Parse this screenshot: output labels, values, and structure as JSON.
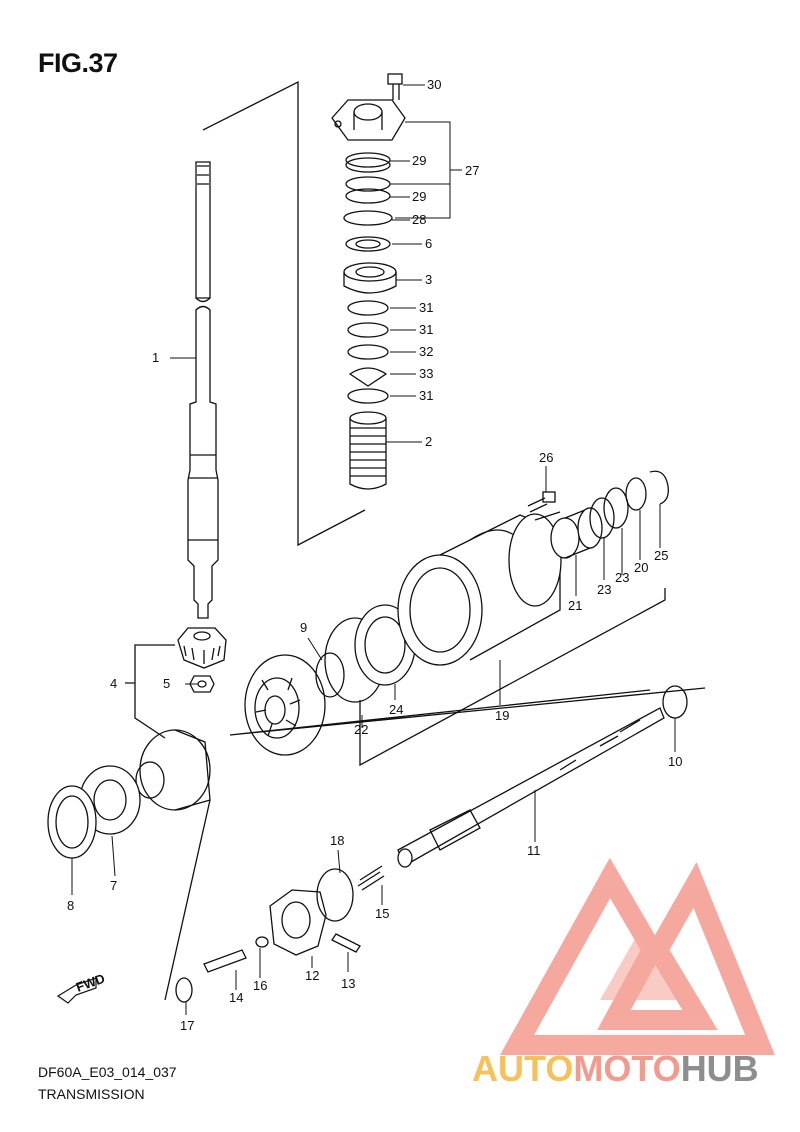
{
  "figure": {
    "title": "FIG.37"
  },
  "footer": {
    "code": "DF60A_E03_014_037",
    "name": "TRANSMISSION"
  },
  "watermark": {
    "part1": "AUTO",
    "part2": "MOTO",
    "part3": "HUB",
    "colors": {
      "auto": "#f6c15a",
      "moto": "#f39a8e",
      "hub": "#8e8e8e",
      "logo": "#f39a8e"
    }
  },
  "fwd_icon": "FWD",
  "callouts": [
    "30",
    "29",
    "27",
    "29",
    "28",
    "6",
    "3",
    "31",
    "31",
    "32",
    "33",
    "31",
    "2",
    "1",
    "26",
    "25",
    "20",
    "23",
    "23",
    "21",
    "9",
    "19",
    "24",
    "22",
    "4",
    "5",
    "10",
    "11",
    "18",
    "15",
    "7",
    "8",
    "12",
    "13",
    "16",
    "14",
    "17"
  ]
}
